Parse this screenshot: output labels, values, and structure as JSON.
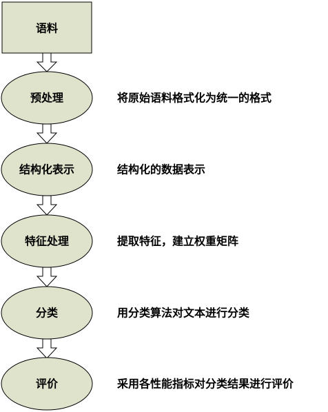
{
  "diagram": {
    "nodes": [
      {
        "label": "语料",
        "description": "",
        "shape": "rect"
      },
      {
        "label": "预处理",
        "description": "将原始语料格式化为统一的格式",
        "shape": "ellipse"
      },
      {
        "label": "结构化表示",
        "description": "结构化的数据表示",
        "shape": "ellipse"
      },
      {
        "label": "特征处理",
        "description": "提取特征，建立权重矩阵",
        "shape": "ellipse"
      },
      {
        "label": "分类",
        "description": "用分类算法对文本进行分类",
        "shape": "ellipse"
      },
      {
        "label": "评价",
        "description": "采用各性能指标对分类结果进行评价",
        "shape": "ellipse"
      }
    ],
    "colors": {
      "node_fill": "#dfe3cc",
      "node_stroke": "#000000",
      "arrow_fill": "#ffffff",
      "arrow_stroke": "#000000"
    }
  }
}
